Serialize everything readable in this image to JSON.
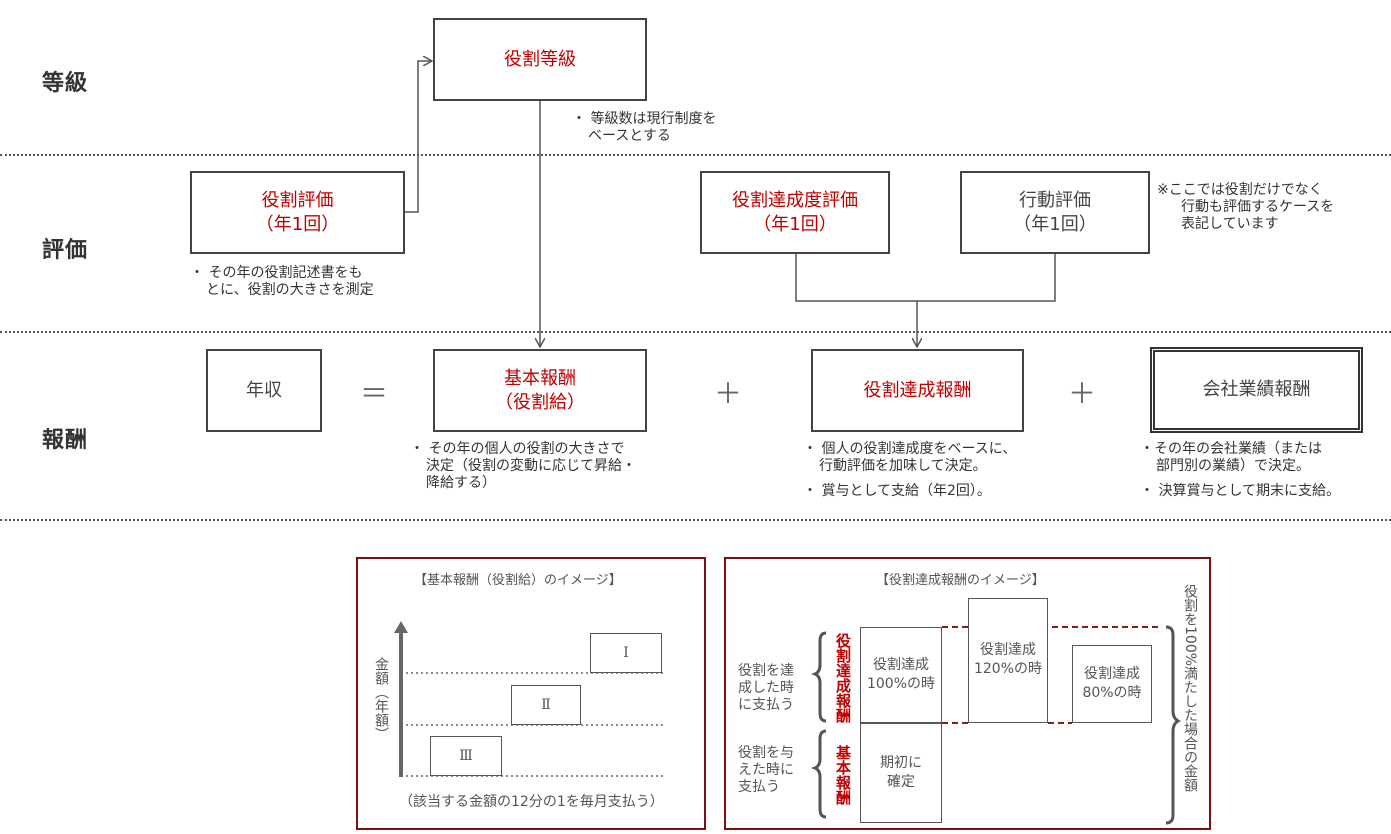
{
  "sections": {
    "grade": "等級",
    "evaluation": "評価",
    "compensation": "報酬"
  },
  "grade": {
    "box_label": "役割等級",
    "note_line1": "・ 等級数は現行制度を",
    "note_line2": "ベースとする"
  },
  "evaluation": {
    "role_eval": {
      "line1": "役割評価",
      "line2": "（年1回）"
    },
    "role_eval_note_line1": "・ その年の役割記述書をも",
    "role_eval_note_line2": "とに、役割の大きさを測定",
    "achievement_eval": {
      "line1": "役割達成度評価",
      "line2": "（年1回）"
    },
    "behavior_eval": {
      "line1": "行動評価",
      "line2": "（年1回）"
    },
    "side_note_line1": "※ここでは役割だけでなく",
    "side_note_line2": "行動も評価するケースを",
    "side_note_line3": "表記しています"
  },
  "compensation": {
    "annual_income": "年収",
    "equals": "＝",
    "plus1": "＋",
    "plus2": "＋",
    "base": {
      "line1": "基本報酬",
      "line2": "（役割給）"
    },
    "base_note_line1": "・ その年の個人の役割の大きさで",
    "base_note_line2": "決定（役割の変動に応じて昇給・",
    "base_note_line3": "降給する）",
    "achievement": "役割達成報酬",
    "achievement_note_line1": "・ 個人の役割達成度をベースに、",
    "achievement_note_line2": "行動評価を加味して決定。",
    "achievement_note_line3": "・ 賞与として支給（年2回）。",
    "company": "会社業績報酬",
    "company_note_line1": "・その年の会社業績（または",
    "company_note_line2": "部門別の業績）で決定。",
    "company_note_line3": "・ 決算賞与として期末に支給。"
  },
  "panel_left": {
    "title": "【基本報酬（役割給）のイメージ】",
    "y_axis": "金額（年額）",
    "grade_high": "Ⅰ",
    "grade_mid": "Ⅱ",
    "grade_low": "Ⅲ",
    "caption": "（該当する金額の12分の1を毎月支払う）"
  },
  "panel_right": {
    "title": "【役割達成報酬のイメージ】",
    "upper_desc_line1": "役割を達",
    "upper_desc_line2": "成した時",
    "upper_desc_line3": "に支払う",
    "upper_tag": "役割達成報酬",
    "lower_desc_line1": "役割を与",
    "lower_desc_line2": "えた時に",
    "lower_desc_line3": "支払う",
    "lower_tag": "基本報酬",
    "box_100_line1": "役割達成",
    "box_100_line2": "100%の時",
    "box_120_line1": "役割達成",
    "box_120_line2": "120%の時",
    "box_80_line1": "役割達成",
    "box_80_line2": "80%の時",
    "fixed_line1": "期初に",
    "fixed_line2": "確定",
    "right_label": "役割を100%満たした場合の金額"
  }
}
